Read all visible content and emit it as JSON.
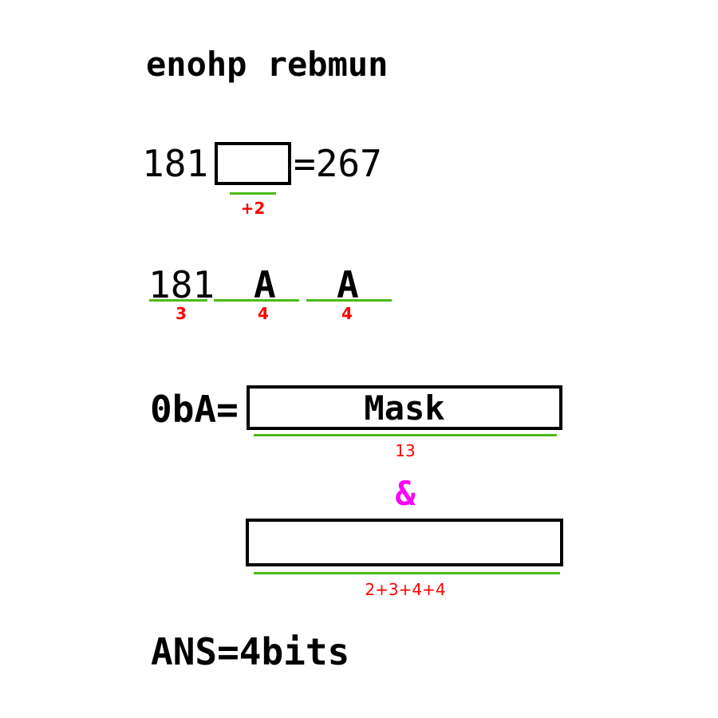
{
  "colors": {
    "text": "#000000",
    "underline": "#4cbb17",
    "annotation": "#ff0000",
    "operator": "#ff00ff"
  },
  "title": "enohp rebmun",
  "equation": {
    "left": "181",
    "right": "=267",
    "note": "+2"
  },
  "groups": {
    "parts": [
      {
        "text": "181",
        "note": "3"
      },
      {
        "text": "A",
        "note": "4"
      },
      {
        "text": "A",
        "note": "4"
      }
    ]
  },
  "mask": {
    "prefix": "0bA=",
    "label": "Mask",
    "note": "13",
    "operator": "&",
    "second_note": "2+3+4+4"
  },
  "answer": "ANS=4bits"
}
